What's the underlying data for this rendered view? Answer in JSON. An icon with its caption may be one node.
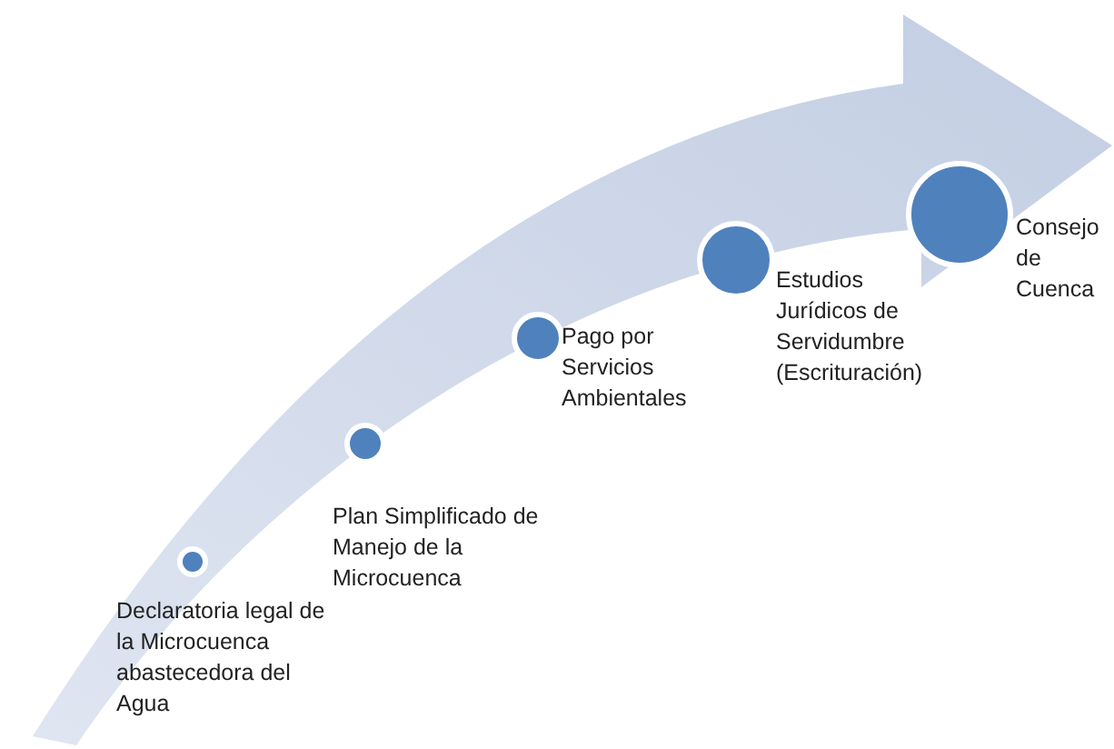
{
  "diagram": {
    "nodes": [
      {
        "text": [],
        "shape": "circle",
        "beside": [
          "Declaratoria legal de la Microcuenca abastecedora del Agua"
        ]
      },
      {
        "text": [],
        "shape": "circle",
        "beside": [
          "Plan Simplificado de Manejo de la Microcuenca"
        ]
      },
      {
        "text": [],
        "shape": "circle",
        "beside": [
          "Pago por Servicios Ambientales"
        ]
      },
      {
        "text": [],
        "shape": "circle",
        "beside": [
          "Estudios Jurídicos de Servidumbre (Escrituración)"
        ]
      },
      {
        "text": [],
        "shape": "circle",
        "beside": [
          "Consejo de Cuenca"
        ]
      }
    ],
    "edges": []
  }
}
